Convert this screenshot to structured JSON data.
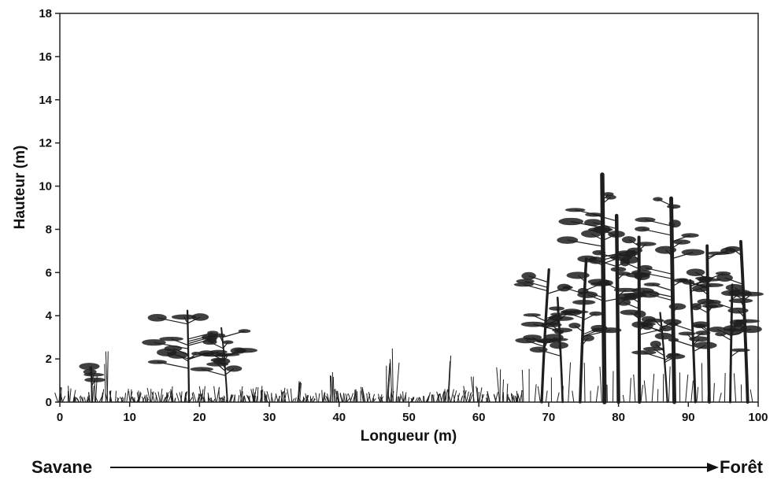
{
  "chart_data": {
    "type": "profile",
    "xlabel": "Longueur (m)",
    "ylabel": "Hauteur (m)",
    "xlim": [
      0,
      100
    ],
    "ylim": [
      0,
      18
    ],
    "x_ticks": [
      "0",
      "10",
      "20",
      "30",
      "40",
      "50",
      "60",
      "70",
      "80",
      "90",
      "100"
    ],
    "y_ticks": [
      "0",
      "2",
      "4",
      "6",
      "8",
      "10",
      "12",
      "14",
      "16",
      "18"
    ],
    "gradient": {
      "start": "Savane",
      "end": "Forêt"
    },
    "vegetation_color": "#1e1e1e",
    "trees": [
      {
        "x": 18.5,
        "height": 4.6,
        "crown_width": 10
      },
      {
        "x": 24,
        "height": 3.8,
        "crown_width": 9
      },
      {
        "x": 4.6,
        "height": 2.0,
        "crown_width": 1.2
      },
      {
        "x": 69,
        "height": 6.5,
        "crown_width": 8
      },
      {
        "x": 72,
        "height": 5.2,
        "crown_width": 7
      },
      {
        "x": 74.5,
        "height": 7.0,
        "crown_width": 7
      },
      {
        "x": 78,
        "height": 10.9,
        "crown_width": 10
      },
      {
        "x": 80,
        "height": 9.0,
        "crown_width": 7
      },
      {
        "x": 83,
        "height": 8.0,
        "crown_width": 8
      },
      {
        "x": 87,
        "height": 4.5,
        "crown_width": 6
      },
      {
        "x": 88,
        "height": 9.8,
        "crown_width": 10
      },
      {
        "x": 91,
        "height": 6.0,
        "crown_width": 6
      },
      {
        "x": 93,
        "height": 7.6,
        "crown_width": 8
      },
      {
        "x": 96,
        "height": 5.8,
        "crown_width": 6
      },
      {
        "x": 98.5,
        "height": 7.8,
        "crown_width": 5
      }
    ]
  }
}
